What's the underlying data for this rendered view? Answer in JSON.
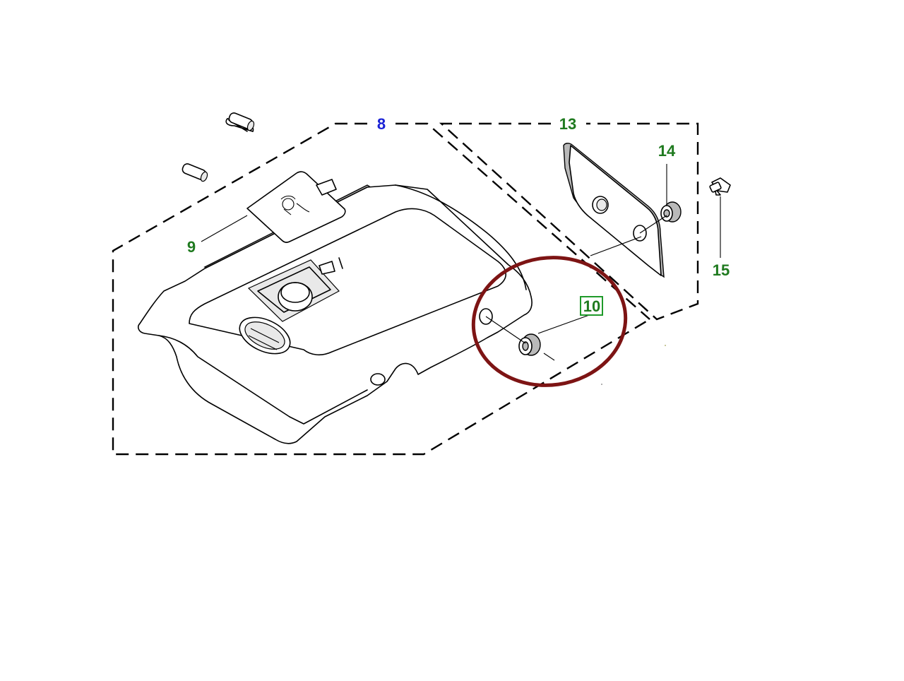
{
  "colors": {
    "callout_blue": "#1a22d6",
    "callout_green": "#1f7a1f",
    "highlight_ring": "#7d1414",
    "highlight_box": "#1f9a2a"
  },
  "callouts": {
    "c8": "8",
    "c9": "9",
    "c10": "10",
    "c13": "13",
    "c14": "14",
    "c15": "15"
  },
  "highlighted_part": "10"
}
